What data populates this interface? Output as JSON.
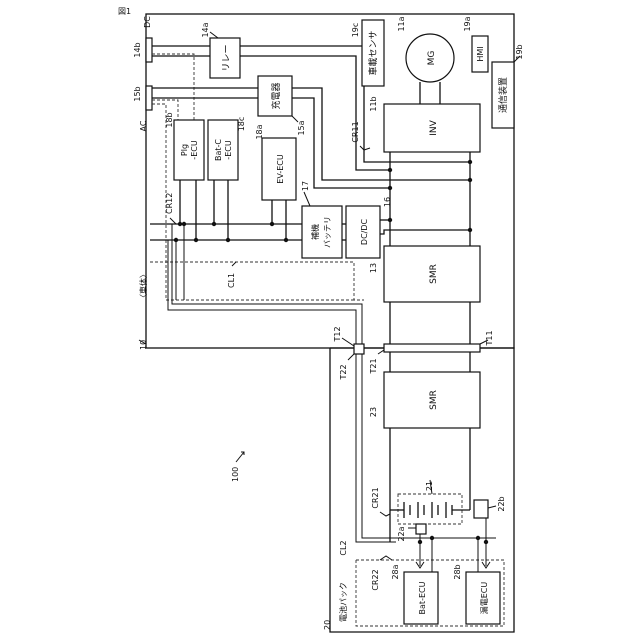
{
  "figure": {
    "label": "図1",
    "system_ref": "100"
  },
  "vehicle": {
    "ref": "10",
    "label": "〈車体〉",
    "cl1": "CL1",
    "cr11": "CR11",
    "cr12": "CR12",
    "t11": "T11",
    "t12": "T12"
  },
  "battery_pack": {
    "ref": "20",
    "label": "電池パック",
    "cl2": "CL2",
    "cr21": "CR21",
    "cr22": "CR22",
    "t21": "T21",
    "t22": "T22"
  },
  "ports": {
    "dc": {
      "name": "DC",
      "ref": "14b"
    },
    "ac": {
      "name": "AC",
      "ref": "15b"
    }
  },
  "components": {
    "relay": {
      "label": "リレー",
      "ref": "14a"
    },
    "sensor": {
      "label": "車載センサ",
      "ref": "19c"
    },
    "mg": {
      "label": "MG",
      "ref": "11a"
    },
    "hmi": {
      "label": "HMI",
      "ref": "19a"
    },
    "charger": {
      "label": "充電器",
      "ref": "15a"
    },
    "comm": {
      "label": "通信装置",
      "ref": "19b"
    },
    "inv": {
      "label": "INV",
      "ref": "11b"
    },
    "plg_ecu": {
      "line1": "Plg",
      "line2": "-ECU",
      "ref": "18b"
    },
    "batc_ecu": {
      "line1": "Bat-C",
      "line2": "-ECU",
      "ref": "18c"
    },
    "ev_ecu": {
      "label": "EV-ECU",
      "ref": "18a"
    },
    "aux_batt": {
      "line1": "補機",
      "line2": "バッテリ",
      "ref": "17"
    },
    "dcdc": {
      "label": "DC/DC",
      "ref": "16"
    },
    "smr_vehicle": {
      "label": "SMR",
      "ref": "13"
    },
    "smr_pack": {
      "label": "SMR",
      "ref": "23"
    },
    "cells": {
      "ref": "21"
    },
    "sensor_22a": {
      "ref": "22a"
    },
    "sensor_22b": {
      "ref": "22b"
    },
    "bat_ecu": {
      "label": "Bat-ECU",
      "ref": "28a"
    },
    "leak_ecu": {
      "label": "漏電ECU",
      "ref": "28b"
    }
  }
}
